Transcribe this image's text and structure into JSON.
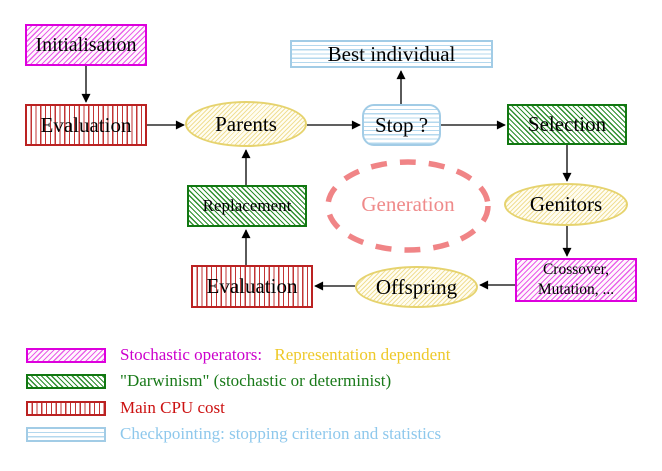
{
  "nodes": {
    "initialisation": {
      "label": "Initialisation",
      "style": "magenta-diagonal-hatch"
    },
    "evaluation_top": {
      "label": "Evaluation",
      "style": "red-vertical-stripes"
    },
    "parents": {
      "label": "Parents",
      "style": "yellow-hatched-ellipse"
    },
    "best_individual": {
      "label": "Best individual",
      "style": "cyan-horizontal-stripes"
    },
    "stop": {
      "label": "Stop ?",
      "style": "cyan-horizontal-stripes-rounded"
    },
    "selection": {
      "label": "Selection",
      "style": "green-diagonal-hatch"
    },
    "genitors": {
      "label": "Genitors",
      "style": "yellow-hatched-ellipse"
    },
    "crossover_mutation": {
      "label_line1": "Crossover,",
      "label_line2": "Mutation, ...",
      "style": "magenta-diagonal-hatch"
    },
    "offspring": {
      "label": "Offspring",
      "style": "yellow-hatched-ellipse"
    },
    "evaluation_bottom": {
      "label": "Evaluation",
      "style": "red-vertical-stripes"
    },
    "replacement": {
      "label": "Replacement",
      "style": "green-diagonal-hatch"
    },
    "generation": {
      "label": "Generation",
      "style": "salmon-dashed-ellipse"
    }
  },
  "connections": [
    {
      "from": "initialisation",
      "to": "evaluation_top"
    },
    {
      "from": "evaluation_top",
      "to": "parents"
    },
    {
      "from": "parents",
      "to": "stop"
    },
    {
      "from": "stop",
      "to": "best_individual"
    },
    {
      "from": "stop",
      "to": "selection"
    },
    {
      "from": "selection",
      "to": "genitors"
    },
    {
      "from": "genitors",
      "to": "crossover_mutation"
    },
    {
      "from": "crossover_mutation",
      "to": "offspring"
    },
    {
      "from": "offspring",
      "to": "evaluation_bottom"
    },
    {
      "from": "evaluation_bottom",
      "to": "replacement"
    },
    {
      "from": "replacement",
      "to": "parents"
    }
  ],
  "legend": {
    "items": [
      {
        "swatch": "magenta-diagonal-hatch",
        "text": "Stochastic operators:",
        "text2": "Representation dependent",
        "text_color": "#cc00cc",
        "text2_color": "#eec92a"
      },
      {
        "swatch": "green-diagonal-hatch",
        "text": "\"Darwinism\" (stochastic or determinist)",
        "text_color": "#1a7a1a"
      },
      {
        "swatch": "red-vertical-stripes",
        "text": "Main CPU cost",
        "text_color": "#cc1111"
      },
      {
        "swatch": "cyan-horizontal-stripes",
        "text": "Checkpointing: stopping criterion and statistics",
        "text_color": "#8ec8ec"
      }
    ]
  },
  "colors": {
    "magenta": "#dd00dd",
    "red": "#bb2222",
    "green": "#117711",
    "yellow_border": "#e6d36e",
    "cyan": "#a2cce6",
    "salmon": "#f08486",
    "arrow": "#000000",
    "background": "#ffffff"
  }
}
